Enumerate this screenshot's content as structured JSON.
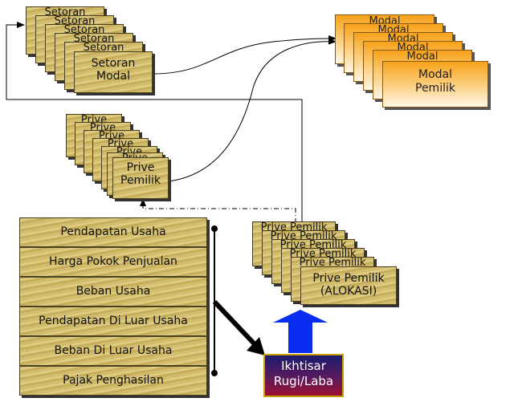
{
  "setoran_stack": {
    "back_labels": [
      "Setoran",
      "Setoran",
      "Setoran",
      "Setoran",
      "Setoran"
    ],
    "front": {
      "line1": "Setoran",
      "line2": "Modal"
    }
  },
  "modal_stack": {
    "back_labels": [
      "Modal",
      "Modal",
      "Modal",
      "Modal",
      "Modal"
    ],
    "front": {
      "line1": "Modal",
      "line2": "Pemilik"
    }
  },
  "prive_stack": {
    "back_labels": [
      "Prive",
      "Prive",
      "Prive",
      "Prive",
      "Prive",
      "Prive"
    ],
    "front": {
      "line1": "Prive",
      "line2": "Pemilik"
    }
  },
  "alokasi_stack": {
    "back_labels": [
      "Prive Pemilik",
      "Prive Pemilik",
      "Prive Pemilik",
      "Prive Pemilik",
      "Prive Pemilik"
    ],
    "front": {
      "line1": "Prive Pemilik",
      "line2": "(ALOKASI)"
    }
  },
  "income_items": [
    "Pendapatan Usaha",
    "Harga Pokok Penjualan",
    "Beban Usaha",
    "Pendapatan Di Luar Usaha",
    "Beban Di Luar Usaha",
    "Pajak Penghasilan"
  ],
  "ikhtisar": {
    "line1": "Ikhtisar",
    "line2": "Rugi/Laba"
  },
  "colors": {
    "gold": "#d8c272",
    "orange": "#f7a21a",
    "blue_arrow": "#0a2df2",
    "ikhtisar_bg": "#3a1560"
  }
}
